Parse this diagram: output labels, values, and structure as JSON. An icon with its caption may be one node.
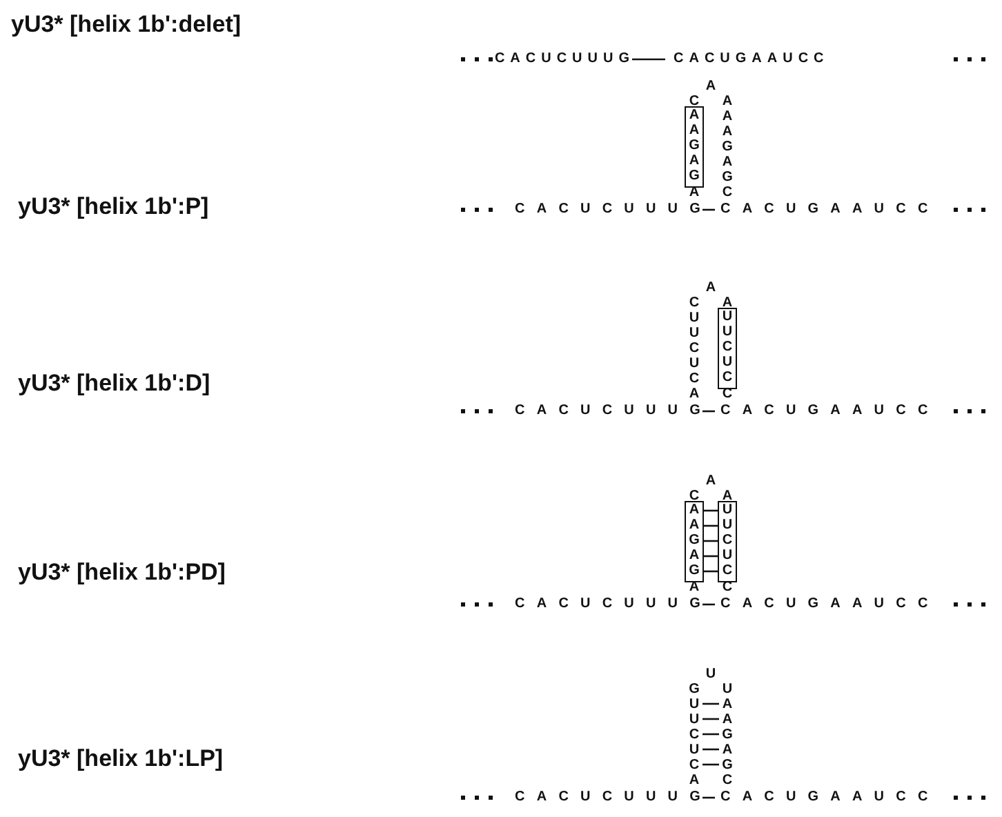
{
  "diagram": {
    "nodes": [
      {
        "text": [
          "AAGAG"
        ]
      },
      {
        "text": [
          "UUCUC"
        ]
      },
      {
        "text": [
          "AAGAG"
        ]
      },
      {
        "text": [
          "UUCUC"
        ]
      }
    ],
    "edges": [
      {
        "from": 2,
        "to": 3,
        "arrow": "none"
      },
      {
        "from": 2,
        "to": 3,
        "arrow": "none"
      },
      {
        "from": 2,
        "to": 3,
        "arrow": "none"
      },
      {
        "from": 2,
        "to": 3,
        "arrow": "none"
      },
      {
        "from": 2,
        "to": 3,
        "arrow": "none"
      }
    ],
    "labels": [
      "yU3* [helix 1b':delet]",
      "CACUCUUUG",
      "CACUGAAUCC",
      "yU3* [helix 1b':P]",
      "A",
      "C",
      "A",
      "AAAGAGC",
      "CACUCUUUG",
      "CACUGAAUCC",
      "yU3* [helix 1b':D]",
      "A",
      "CUUCUCA",
      "A",
      "C",
      "CACUCUUUG",
      "CACUGAAUCC",
      "yU3* [helix 1b':PD]",
      "A",
      "C",
      "A",
      "A",
      "C",
      "CACUCUUUG",
      "CACUGAAUCC",
      "yU3* [helix 1b':LP]",
      "U",
      "GUUCUCA",
      "UAAGAGC",
      "CACUCUUUG",
      "CACUGAAUCC"
    ]
  }
}
